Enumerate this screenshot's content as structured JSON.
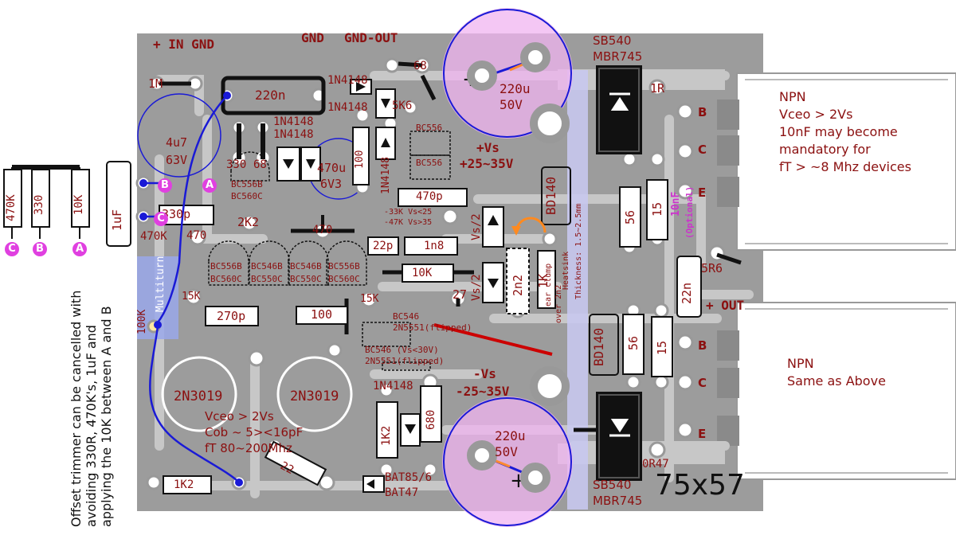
{
  "board": {
    "size_label": "75x57",
    "colors": {
      "board": "#9c9c9c",
      "trace": "#c7c7c7",
      "label": "#8b1010",
      "accent": "#e040e0",
      "blue": "#1a1ad6",
      "heatsink": "#c8c8ee"
    }
  },
  "connectors": {
    "in_gnd": "+ IN GND",
    "gnd": "GND",
    "gnd_out": "GND-OUT",
    "out": "+ OUT",
    "vs_pos_1": "+Vs",
    "vs_pos_2": "+25~35V",
    "vs_neg_1": "-Vs",
    "vs_neg_2": "-25~35V"
  },
  "components": {
    "r_1m": "1M",
    "c_220n": "220n",
    "c_4u7": "4u7",
    "c_63v": "63V",
    "c_1uf": "1uF",
    "r_470k": "470K",
    "r_330": "330",
    "r_10k_left": "10K",
    "c_330p": "330p",
    "r_470k_b": "470K",
    "r_470": "470",
    "r_330_b": "330",
    "r_68": "68",
    "d_1n4148_a": "1N4148",
    "d_1n4148_b": "1N4148",
    "d_1n4148_c": "1N4148",
    "d_1n4148_d": "1N4148",
    "d_1n4148_e": "1N4148",
    "d_1n4148_v": "1N4148",
    "bc556b_a": "BC556B",
    "bc560c_a": "BC560C",
    "c_470u": "470u",
    "c_6v3": "6V3",
    "r_100": "100",
    "r_2k2": "2K2",
    "r_470_b": "470",
    "r_5k6": "5K6",
    "r_68_b": "68",
    "bc556_a": "BC556",
    "bc556_b": "BC556",
    "c_470p": "470p",
    "vs_note_1": "-33K Vs<25",
    "vs_note_2": "-47K Vs>35",
    "c_22p": "22p",
    "c_1n8": "1n8",
    "r_10k": "10K",
    "q_bc556b": "BC556B",
    "q_bc560c": "BC560C",
    "q_bc546b": "BC546B",
    "q_bc550c": "BC550C",
    "q_bc546b_2": "BC546B",
    "q_bc550c_2": "BC550C",
    "q_bc556b_2": "BC556B",
    "q_bc560c_2": "BC560C",
    "r_15k_a": "15K",
    "r_15k_b": "15K",
    "c_270p": "270p",
    "r_100_b": "100",
    "trimmer": "100K",
    "trimmer_label": "Multiturn",
    "r_27": "27",
    "bc546_a": "BC546",
    "n2n5551_a": "2N5551(flipped)",
    "bc546_b": "BC546 (Vs<30V)",
    "n2n5551_b": "2N5551(flipped)",
    "q_2n3019_a": "2N3019",
    "q_2n3019_b": "2N3019",
    "r_1k2": "1K2",
    "r_680": "680",
    "r_22": "22",
    "r_1k2_b": "1K2",
    "d_bat85": "BAT85/6",
    "d_bat47": "BAT47",
    "c_220u_top": "220u",
    "c_50v_top": "50V",
    "c_220u_bot": "220u",
    "c_50v_bot": "50V",
    "vs2_top": "Vs/2",
    "vs2_bot": "Vs/2",
    "c_2n2": "2n2",
    "r_1k_ear": "1K",
    "ear_clump": "ear clump",
    "over_2n2": "over 2n2",
    "bd140_top": "BD140",
    "bd140_bot": "BD140",
    "heatsink": "Heatsink",
    "thickness": "Thickness: 1.5~2.5mm",
    "r_56_a": "56",
    "r_15_a": "15",
    "c_10nf": "10nF",
    "optional": "(Optional)",
    "r_1r": "1R",
    "r_5r6": "5R6",
    "c_22n": "22n",
    "r_56_b": "56",
    "r_15_b": "15",
    "r_0r47": "0R47",
    "sb540_top": "SB540",
    "mbr745_top": "MBR745",
    "sb540_bot": "SB540",
    "mbr745_bot": "MBR745"
  },
  "pins": {
    "b": "B",
    "c": "C",
    "e": "E"
  },
  "trimmer_pins": {
    "a": "A",
    "b": "B",
    "c": "C"
  },
  "notes": {
    "npn_top": [
      "NPN",
      "Vceo > 2Vs",
      "10nF may become",
      "mandatory for",
      "fT > ~8 Mhz devices"
    ],
    "npn_bottom": [
      "NPN",
      "Same as Above"
    ],
    "q2n3019_specs": [
      "Vceo > 2Vs",
      "Cob ~ 5><16pF",
      "fT 80~200Mhz"
    ],
    "offset": [
      "Offset trimmer can be cancelled with",
      "avoiding 330R, 470K's, 1uF and",
      "applying the 10K  between A and B"
    ]
  },
  "legend_resistors": [
    "470K",
    "330",
    "10K"
  ]
}
